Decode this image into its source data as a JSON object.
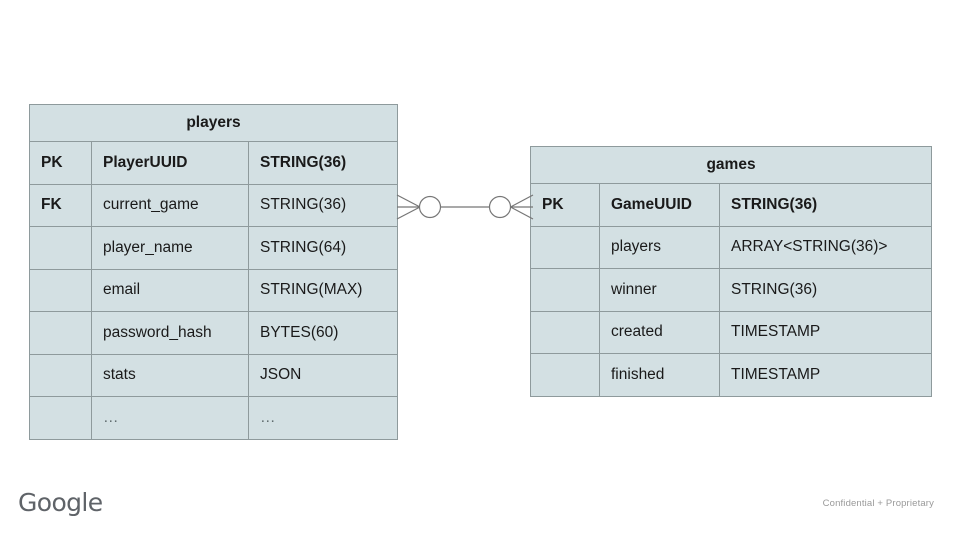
{
  "diagram": {
    "type": "entity-relationship",
    "entities": [
      {
        "name": "players",
        "columns": [
          {
            "key": "PK",
            "field": "PlayerUUID",
            "type": "STRING(36)",
            "emphasis": true
          },
          {
            "key": "FK",
            "field": "current_game",
            "type": "STRING(36)",
            "emphasis": false
          },
          {
            "key": "",
            "field": "player_name",
            "type": "STRING(64)",
            "emphasis": false
          },
          {
            "key": "",
            "field": "email",
            "type": "STRING(MAX)",
            "emphasis": false
          },
          {
            "key": "",
            "field": "password_hash",
            "type": "BYTES(60)",
            "emphasis": false
          },
          {
            "key": "",
            "field": "stats",
            "type": "JSON",
            "emphasis": false
          },
          {
            "key": "",
            "field": "…",
            "type": "…",
            "emphasis": false,
            "ellipsis": true
          }
        ]
      },
      {
        "name": "games",
        "columns": [
          {
            "key": "PK",
            "field": "GameUUID",
            "type": "STRING(36)",
            "emphasis": true
          },
          {
            "key": "",
            "field": "players",
            "type": "ARRAY<STRING(36)>",
            "emphasis": false
          },
          {
            "key": "",
            "field": "winner",
            "type": "STRING(36)",
            "emphasis": false
          },
          {
            "key": "",
            "field": "created",
            "type": "TIMESTAMP",
            "emphasis": false
          },
          {
            "key": "",
            "field": "finished",
            "type": "TIMESTAMP",
            "emphasis": false
          }
        ]
      }
    ],
    "relationship": {
      "from_entity": "players",
      "from_field": "current_game",
      "to_entity": "games",
      "to_field": "GameUUID",
      "notation": "crows-foot",
      "left_cardinality": "zero-or-many",
      "right_cardinality": "zero-or-many"
    },
    "colors": {
      "entity_fill": "#d3e0e3",
      "entity_border": "#8e9a9c",
      "connector": "#767676",
      "background": "#ffffff",
      "text": "#1a1a1a"
    }
  },
  "footer": {
    "logo_text": "Google",
    "confidential_note": "Confidential + Proprietary"
  }
}
